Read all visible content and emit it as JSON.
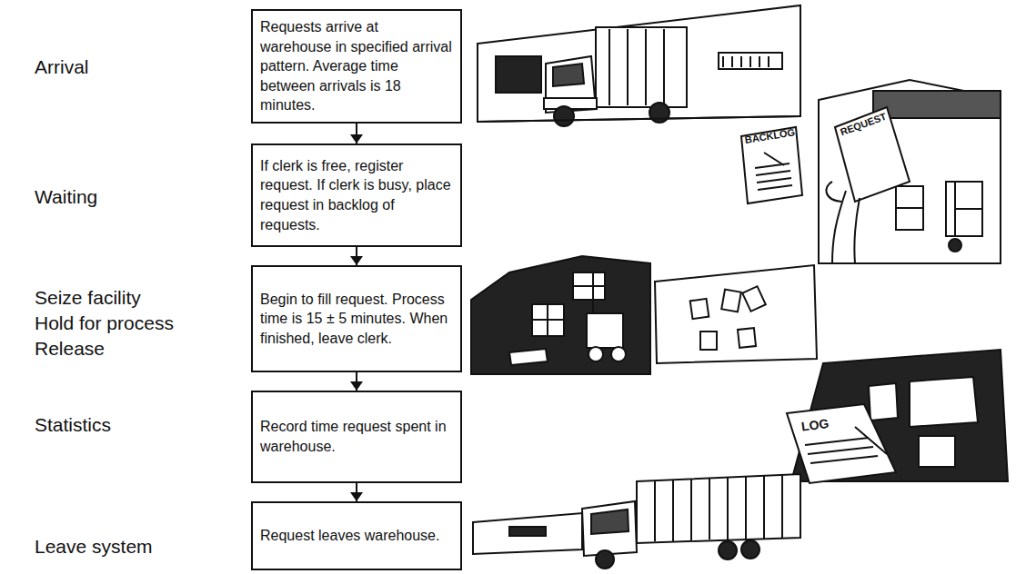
{
  "diagram": {
    "nodes": [
      {
        "text": [
          "Requests arrive at warehouse in specified arrival pattern. Average time between arrivals is 18 minutes."
        ]
      },
      {
        "text": [
          "If clerk is free, register request. If clerk is busy, place request in backlog of requests."
        ]
      },
      {
        "text": [
          "Begin to fill request. Process time is 15 ± 5 minutes. When finished, leave clerk."
        ]
      },
      {
        "text": [
          "Record time request spent in warehouse."
        ]
      },
      {
        "text": [
          "Request leaves warehouse."
        ]
      }
    ],
    "edges": [
      {
        "from": 0,
        "to": 1,
        "arrow": "to"
      },
      {
        "from": 1,
        "to": 2,
        "arrow": "to"
      },
      {
        "from": 2,
        "to": 3,
        "arrow": "to"
      },
      {
        "from": 3,
        "to": 4,
        "arrow": "to"
      }
    ],
    "labels": [
      "Arrival",
      "Waiting",
      "Seize facility",
      "Hold for process",
      "Release",
      "Statistics",
      "Leave system",
      "BACKLOG",
      "REQUEST",
      "LOG"
    ]
  }
}
